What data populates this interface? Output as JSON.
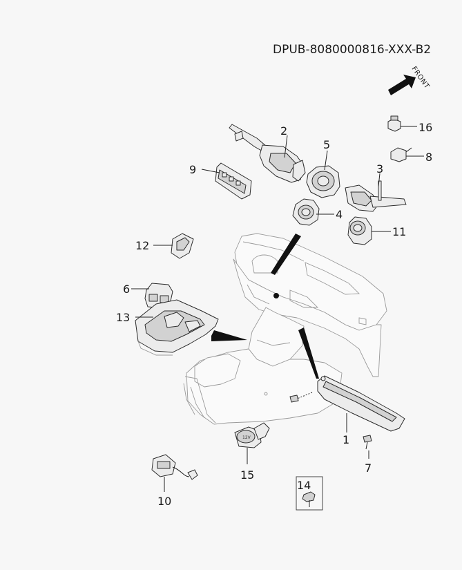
{
  "document_code": "DPUB-8080000816-XXX-B2",
  "orientation_label": "FRONT",
  "callouts": {
    "c1": "1",
    "c2": "2",
    "c3": "3",
    "c4": "4",
    "c5": "5",
    "c6": "6",
    "c7": "7",
    "c8": "8",
    "c9": "9",
    "c10": "10",
    "c11": "11",
    "c12": "12",
    "c13": "13",
    "c14": "14",
    "c15": "15",
    "c16": "16"
  },
  "socket_label": "12V",
  "icons": [
    "front-arrow-icon"
  ]
}
